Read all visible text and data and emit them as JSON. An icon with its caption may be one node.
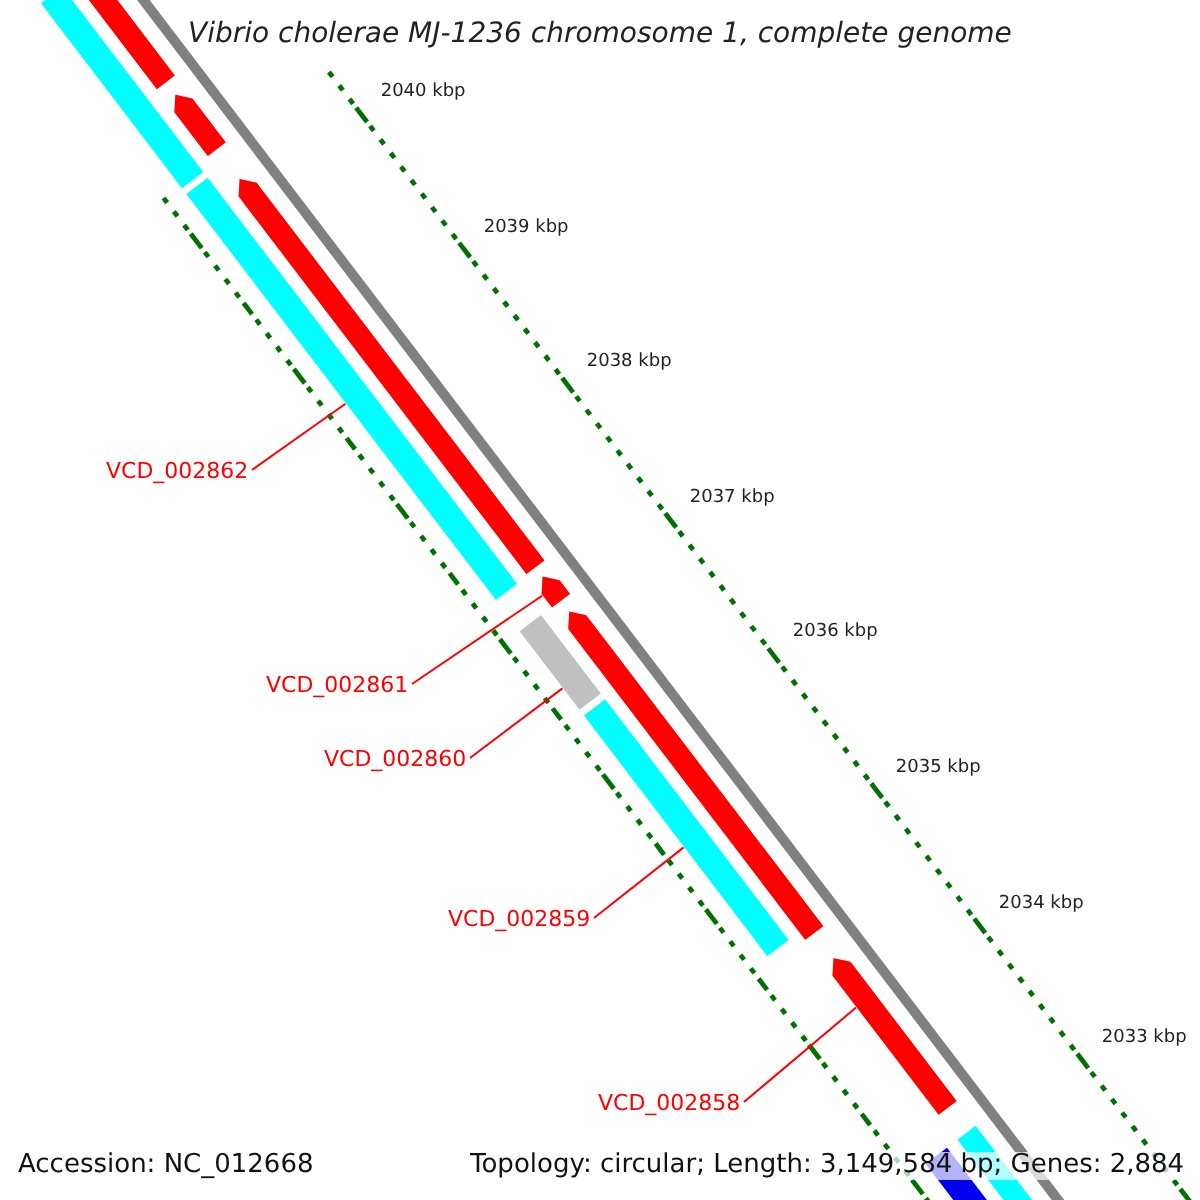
{
  "diagram": {
    "title": "Vibrio cholerae MJ-1236 chromosome 1, complete genome",
    "nodes": [
      {
        "text": [
          "VCD_002862"
        ]
      },
      {
        "text": [],
        "shape": "bar"
      },
      {
        "text": [
          "VCD_002861"
        ]
      },
      {
        "text": [],
        "shape": "bar"
      },
      {
        "text": [
          "VCD_002860"
        ]
      },
      {
        "text": [],
        "shape": "bar"
      },
      {
        "text": [
          "VCD_002859"
        ]
      },
      {
        "text": [],
        "shape": "bar"
      },
      {
        "text": [
          "VCD_002858"
        ]
      },
      {
        "text": [],
        "shape": "bar"
      }
    ],
    "edges": [
      {
        "from": 0,
        "to": 1,
        "arrow": "none"
      },
      {
        "from": 2,
        "to": 3,
        "arrow": "none"
      },
      {
        "from": 4,
        "to": 5,
        "arrow": "none"
      },
      {
        "from": 6,
        "to": 7,
        "arrow": "none"
      },
      {
        "from": 8,
        "to": 9,
        "arrow": "none"
      }
    ],
    "labels": [
      "2040 kbp",
      "2039 kbp",
      "2038 kbp",
      "2037 kbp",
      "2036 kbp",
      "2035 kbp",
      "2034 kbp",
      "2033 kbp",
      "Accession: NC_012668",
      "Topology: circular; Length: 3,149,584 bp; Genes: 2,884"
    ]
  }
}
